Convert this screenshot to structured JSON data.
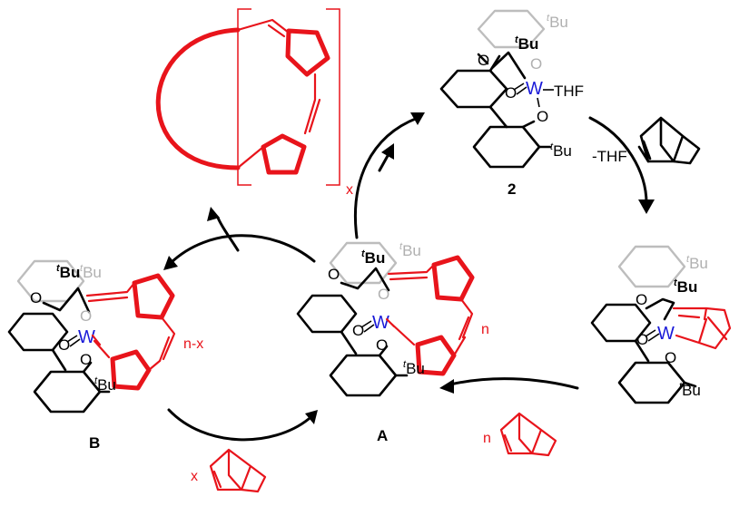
{
  "labels": {
    "tBu": "Bu",
    "t_superscript": "t",
    "tungsten": "W",
    "oxygen": "O",
    "thf": "THF",
    "minus_thf": "-THF",
    "compound_2": "2",
    "compound_A": "A",
    "compound_B": "B",
    "repeat_x": "x",
    "repeat_n": "n",
    "repeat_n_minus_x": "n-x",
    "reagent_n": "n",
    "reagent_x": "x"
  },
  "colors": {
    "ink": "#000000",
    "polymer": "#e8141b",
    "metal": "#1a1ad8",
    "faded": "#bdbdbd"
  }
}
